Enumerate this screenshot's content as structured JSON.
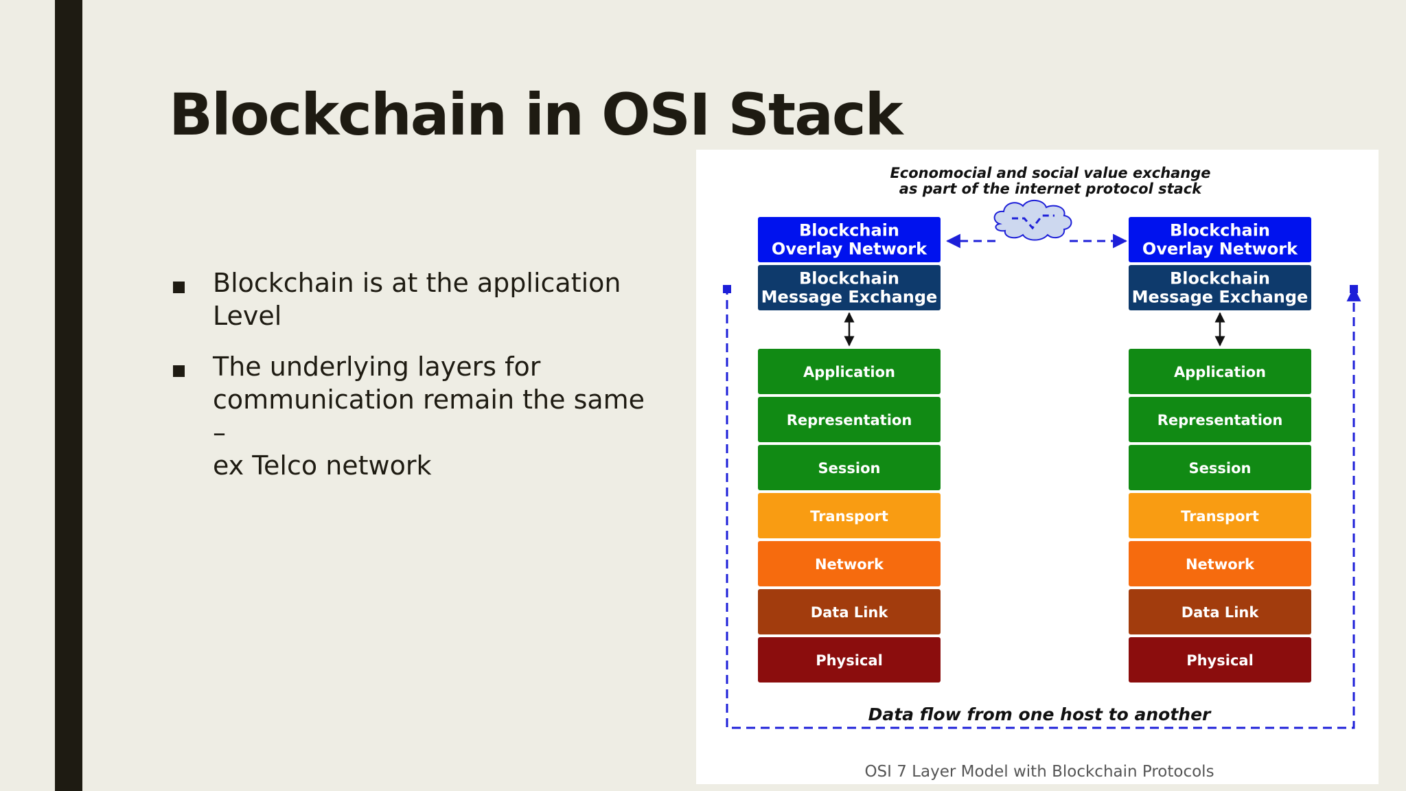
{
  "slide": {
    "title": "Blockchain in OSI Stack",
    "bullets": [
      {
        "lines": [
          "Blockchain is at the application",
          "Level"
        ]
      },
      {
        "lines": [
          "The underlying layers for",
          "communication remain the same –",
          "ex Telco network"
        ]
      }
    ]
  },
  "diagram": {
    "title_lines": [
      "Economocial and social value exchange",
      "as part of the internet protocol stack"
    ],
    "flow_label": "Data flow from one host to another",
    "caption": "OSI 7 Layer Model with Blockchain Protocols",
    "blockchain_layers": [
      {
        "lines": [
          "Blockchain",
          "Overlay Network"
        ],
        "color": "#0012ee"
      },
      {
        "lines": [
          "Blockchain",
          "Message Exchange"
        ],
        "color": "#0e3a6c"
      }
    ],
    "osi_layers": [
      {
        "label": "Application",
        "color": "#118a14"
      },
      {
        "label": "Representation",
        "color": "#118a14"
      },
      {
        "label": "Session",
        "color": "#118a14"
      },
      {
        "label": "Transport",
        "color": "#f99c12"
      },
      {
        "label": "Network",
        "color": "#f66b0e"
      },
      {
        "label": "Data Link",
        "color": "#a23c0d"
      },
      {
        "label": "Physical",
        "color": "#8b0d0d"
      }
    ],
    "dash_color": "#1d1fd8",
    "cloud_color": "#cdd8ef"
  }
}
